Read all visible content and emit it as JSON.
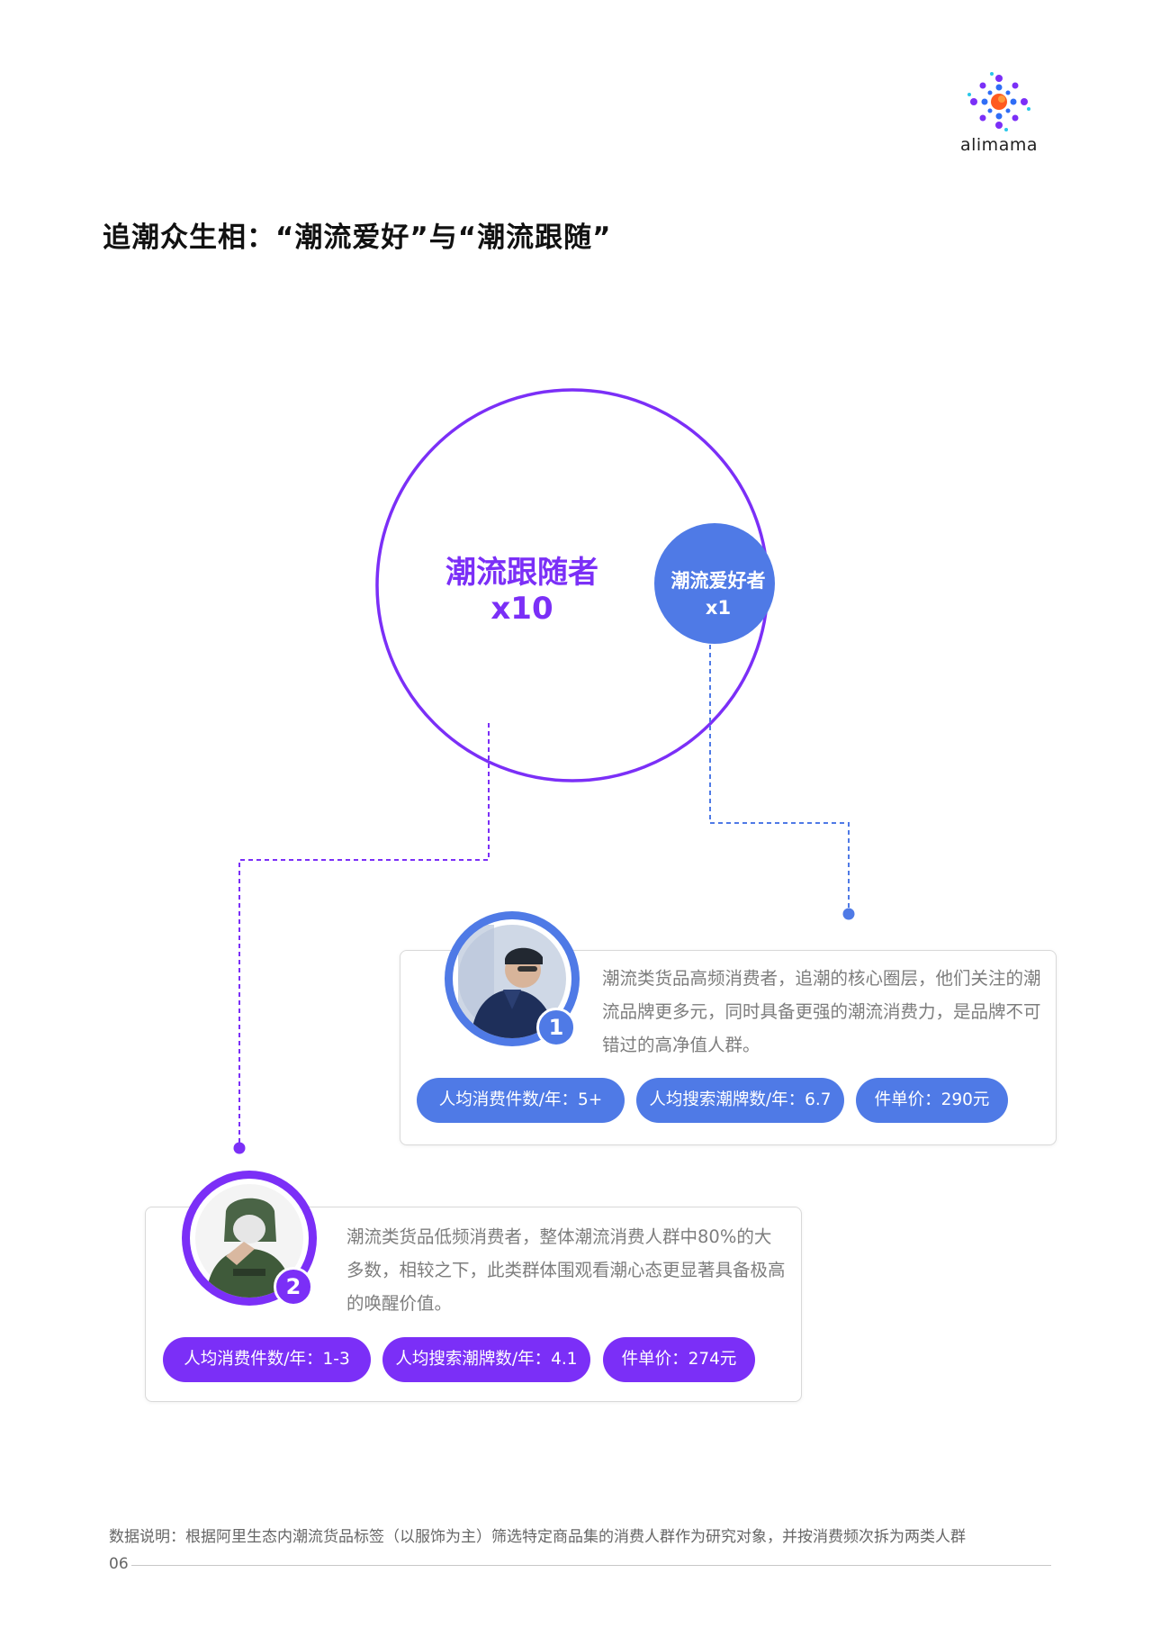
{
  "header": {
    "logo_text": "alimama"
  },
  "title": "追潮众生相：“潮流爱好”与“潮流跟随”",
  "diagram": {
    "big_circle": {
      "label": "潮流跟随者",
      "count": "x10"
    },
    "small_circle": {
      "label": "潮流爱好者",
      "count": "x1"
    }
  },
  "cards": [
    {
      "badge": "1",
      "description": "潮流类货品高频消费者，追潮的核心圈层，他们关注的潮流品牌更多元，同时具备更强的潮流消费力，是品牌不可错过的高净值人群。",
      "tags": [
        "人均消费件数/年：5+",
        "人均搜索潮牌数/年：6.7",
        "件单价：290元"
      ]
    },
    {
      "badge": "2",
      "description": "潮流类货品低频消费者，整体潮流消费人群中80%的大多数，相较之下，此类群体围观看潮心态更显著具备极高的唤醒价值。",
      "tags": [
        "人均消费件数/年：1-3",
        "人均搜索潮牌数/年：4.1",
        "件单价：274元"
      ]
    }
  ],
  "colors": {
    "purple": "#7b2ff7",
    "blue": "#4f7ae6"
  },
  "footer": {
    "note": "数据说明：根据阿里生态内潮流货品标签（以服饰为主）筛选特定商品集的消费人群作为研究对象，并按消费频次拆为两类人群",
    "page_number": "06"
  }
}
